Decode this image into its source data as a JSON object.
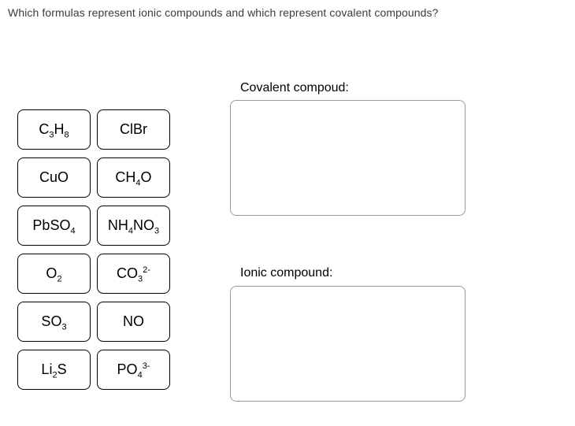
{
  "question": {
    "title": "Which formulas represent ionic compounds and which represent covalent compounds?"
  },
  "tiles": [
    {
      "id": "c3h8",
      "formula": "C_3H_8"
    },
    {
      "id": "clbr",
      "formula": "ClBr"
    },
    {
      "id": "cuo",
      "formula": "CuO"
    },
    {
      "id": "ch4o",
      "formula": "CH_4O"
    },
    {
      "id": "pbso4",
      "formula": "PbSO_4"
    },
    {
      "id": "nh4no3",
      "formula": "NH_4NO_3"
    },
    {
      "id": "o2",
      "formula": "O_2"
    },
    {
      "id": "co3",
      "formula": "CO_3^2-"
    },
    {
      "id": "so3",
      "formula": "SO_3"
    },
    {
      "id": "no",
      "formula": "NO"
    },
    {
      "id": "li2s",
      "formula": "Li_2S"
    },
    {
      "id": "po4",
      "formula": "PO_4^3-"
    }
  ],
  "dropzones": {
    "covalent": {
      "label": "Covalent compoud:"
    },
    "ionic": {
      "label": "Ionic compound:"
    }
  },
  "colors": {
    "tile_border": "#000000",
    "dropzone_border": "#9b9b9b",
    "title_text": "#3b3b3b",
    "formula_text": "#000000"
  }
}
